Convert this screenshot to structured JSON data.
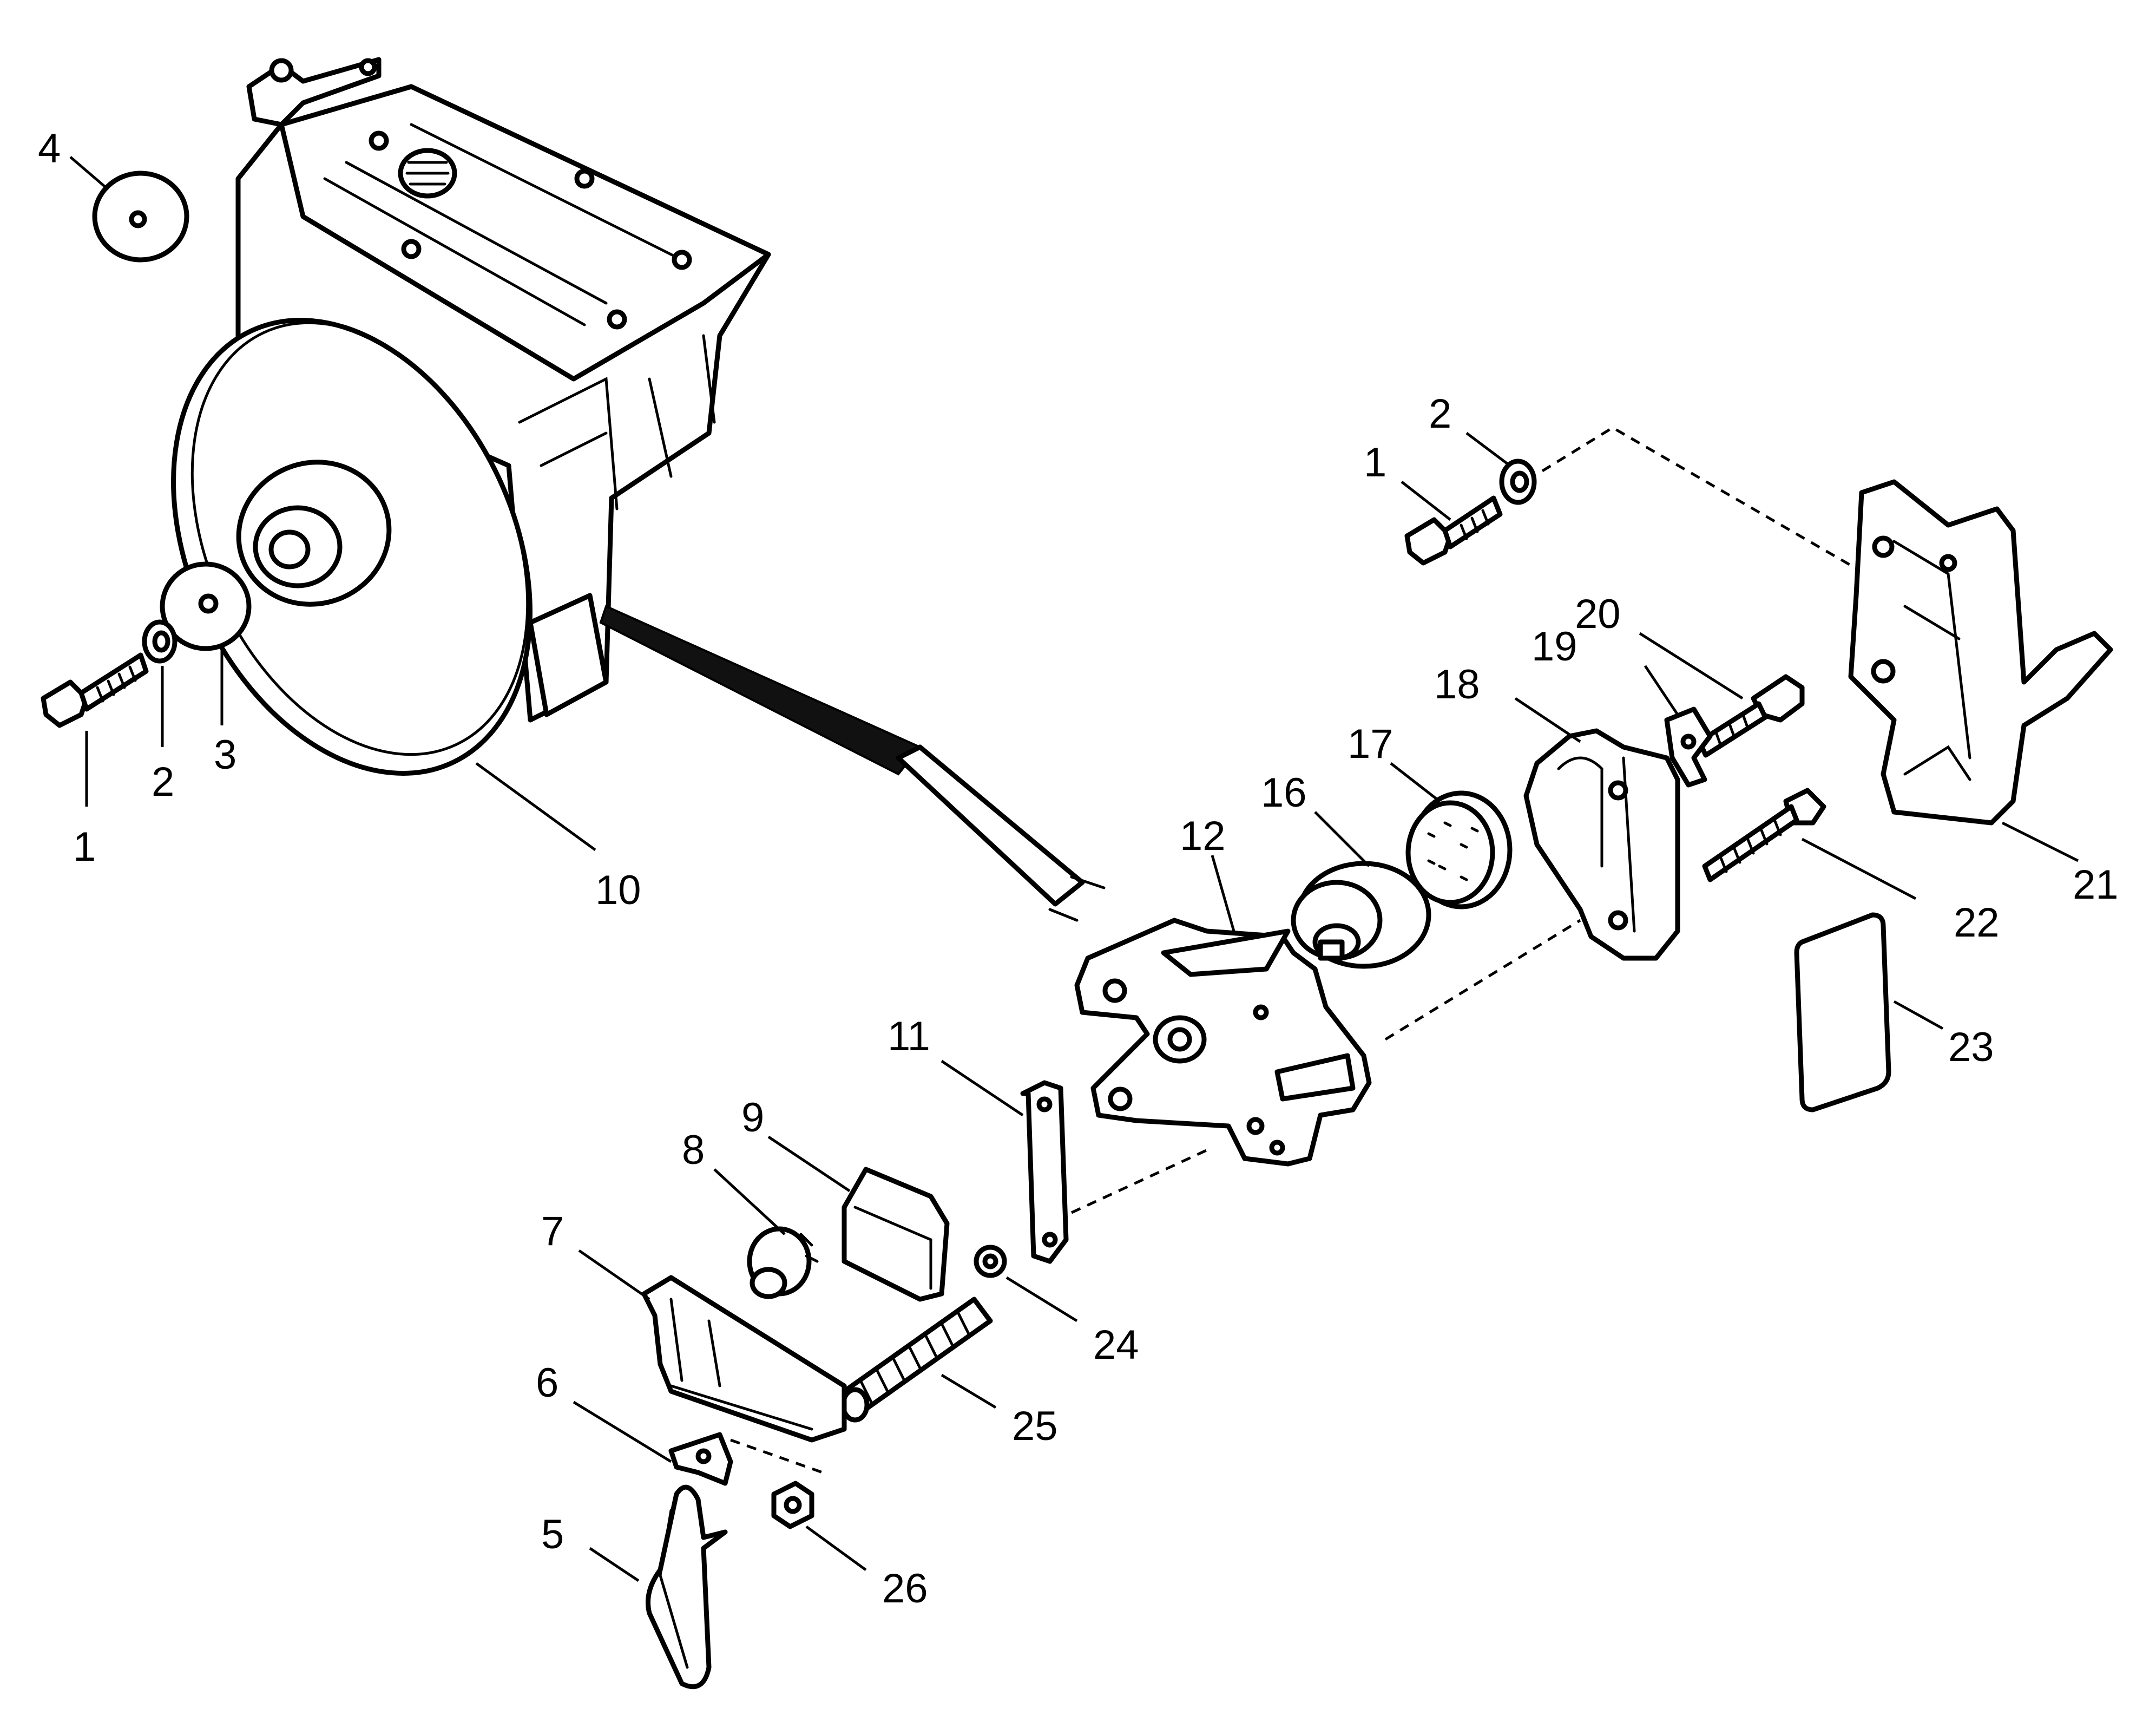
{
  "callouts": {
    "c1a": "1",
    "c1b": "1",
    "c2a": "2",
    "c2b": "2",
    "c3": "3",
    "c4": "4",
    "c5": "5",
    "c6": "6",
    "c7": "7",
    "c8": "8",
    "c9": "9",
    "c10": "10",
    "c11": "11",
    "c12": "12",
    "c16": "16",
    "c17": "17",
    "c18": "18",
    "c19": "19",
    "c20": "20",
    "c21": "21",
    "c22": "22",
    "c23": "23",
    "c24": "24",
    "c25": "25",
    "c26": "26"
  }
}
